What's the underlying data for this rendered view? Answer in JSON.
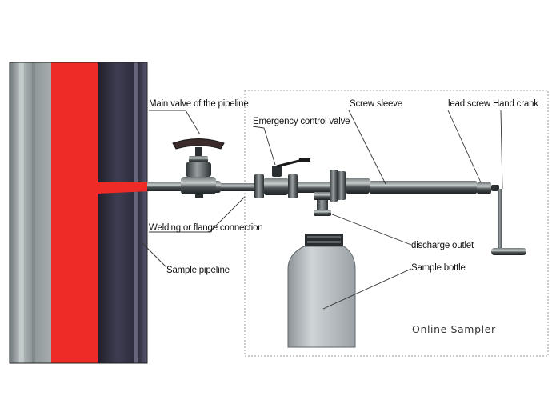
{
  "labels": {
    "main_valve": "Main valve of the pipeline",
    "emergency_valve": "Emergency control valve",
    "screw_sleeve": "Screw sleeve",
    "lead_screw": "lead screw",
    "hand_crank": "Hand crank",
    "welding": "Welding or flange connection",
    "sample_pipeline": "Sample pipeline",
    "discharge_outlet": "discharge outlet",
    "sample_bottle": "Sample bottle",
    "online_sampler": "Online Sampler"
  },
  "colors": {
    "pipe_red": "#ee2b26",
    "pipe_dark": "#2b2a3a",
    "pipe_grey": "#9fa6a8",
    "valve_metal": "#3c4143",
    "bottle": "#aeb4b8"
  }
}
